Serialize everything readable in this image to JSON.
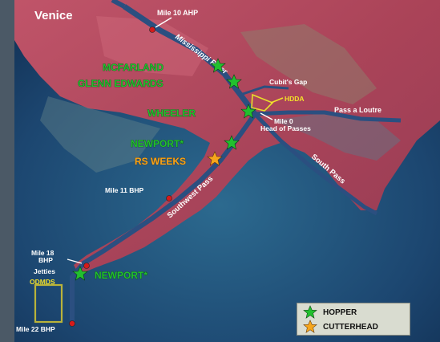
{
  "map": {
    "title": "Venice",
    "river_labels": {
      "mississippi": "Mississippi River",
      "southwest_pass": "Southwest Pass",
      "south_pass": "South Pass",
      "pass_a_loutre": "Pass a Loutre",
      "cubits_gap": "Cubit's Gap"
    },
    "mile_markers": {
      "mile10": "Mile 10 AHP",
      "mile0_a": "Mile  0",
      "mile0_b": "Head of Passes",
      "mile11": "Mile 11 BHP",
      "mile18_a": "Mile 18",
      "mile18_b": "BHP",
      "jetties": "Jetties",
      "mile22": "Mile 22 BHP"
    },
    "areas": {
      "hdda": "HDDA",
      "odmds": "ODMDS"
    },
    "dredges": [
      {
        "label": "MCFARLAND",
        "type": "hopper"
      },
      {
        "label": "GLENN EDWARDS",
        "type": "hopper"
      },
      {
        "label": "WHEELER",
        "type": "hopper"
      },
      {
        "label": "NEWPORT*",
        "type": "hopper"
      },
      {
        "label": "RS WEEKS",
        "type": "cutterhead"
      },
      {
        "label": "NEWPORT*",
        "type": "hopper"
      }
    ],
    "colors": {
      "hopper": "#22c02e",
      "cutterhead": "#f6a61c",
      "marker": "#d61a1a",
      "land": "#b8485c",
      "water": "#1f4f7a"
    }
  },
  "legend": {
    "items": [
      {
        "label": "HOPPER",
        "icon": "green-star-icon"
      },
      {
        "label": "CUTTERHEAD",
        "icon": "orange-star-icon"
      }
    ]
  }
}
